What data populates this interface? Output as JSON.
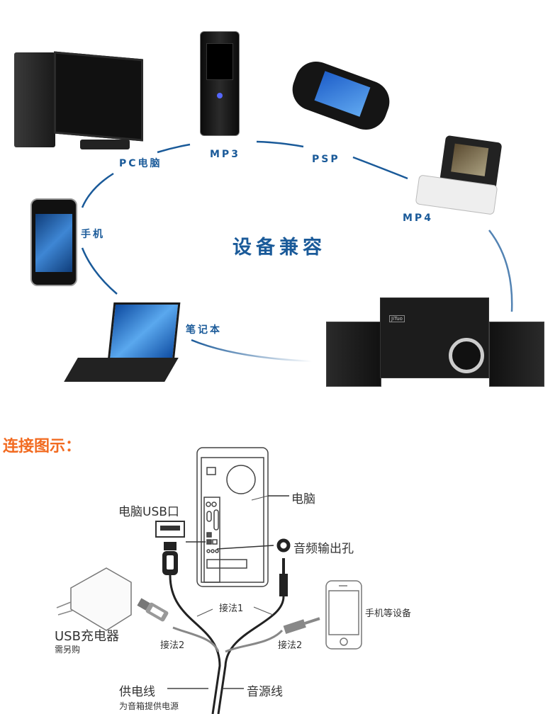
{
  "compat_section": {
    "title": "设备兼容",
    "devices": [
      {
        "id": "pc",
        "label": "PC电脑"
      },
      {
        "id": "mp3",
        "label": "MP3"
      },
      {
        "id": "psp",
        "label": "PSP"
      },
      {
        "id": "mp4",
        "label": "MP4"
      },
      {
        "id": "phone",
        "label": "手机"
      },
      {
        "id": "laptop",
        "label": "笔记本"
      }
    ],
    "speaker_brand": "JiTuo",
    "accent_color": "#1a5a99"
  },
  "connection_section": {
    "title": "连接图示：",
    "title_color": "#f26b21",
    "labels": {
      "computer": "电脑",
      "usb_port": "电脑USB口",
      "audio_out": "音频输出孔",
      "method1": "接法1",
      "method2_left": "接法2",
      "method2_right": "接法2",
      "charger": "USB充电器",
      "charger_note": "需另购",
      "phone_devices": "手机等设备",
      "power_cable": "供电线",
      "power_cable_note": "为音箱提供电源",
      "audio_cable": "音源线"
    }
  }
}
